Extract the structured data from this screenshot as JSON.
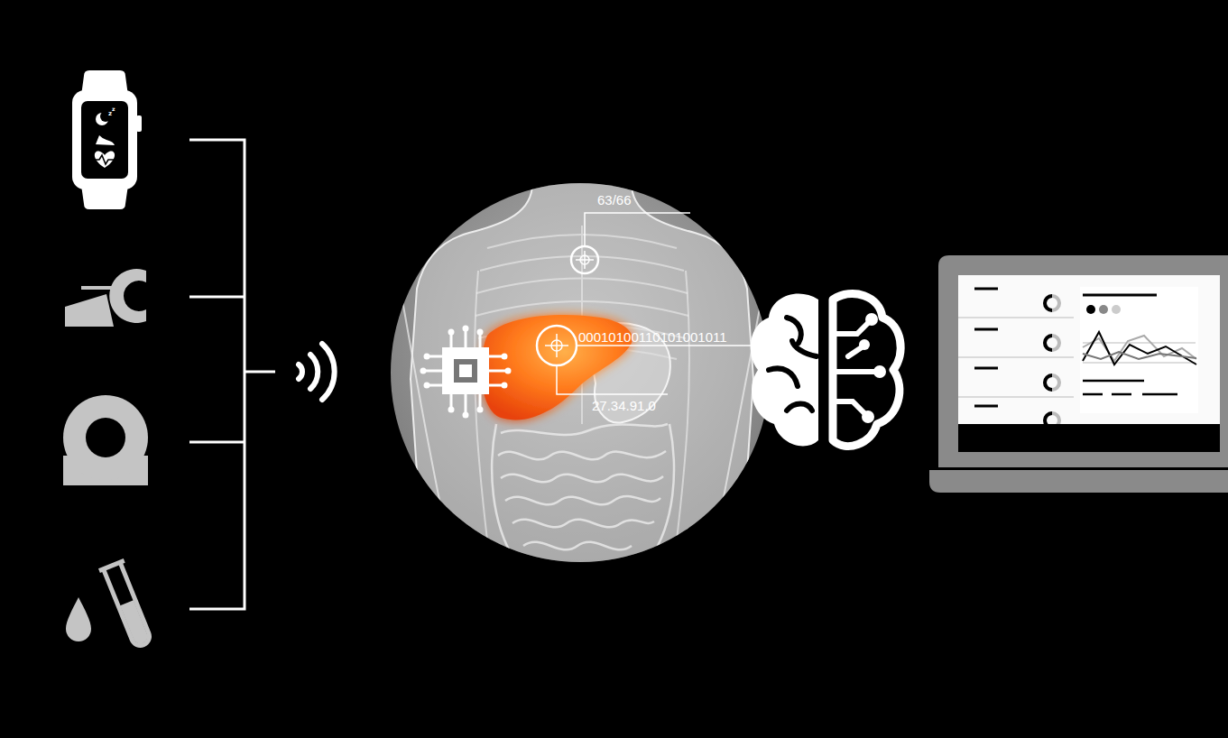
{
  "diagram": {
    "nodes": [
      {
        "text": [
          "63/66",
          "00010100110101001011",
          "27.34.91.0"
        ]
      }
    ]
  }
}
